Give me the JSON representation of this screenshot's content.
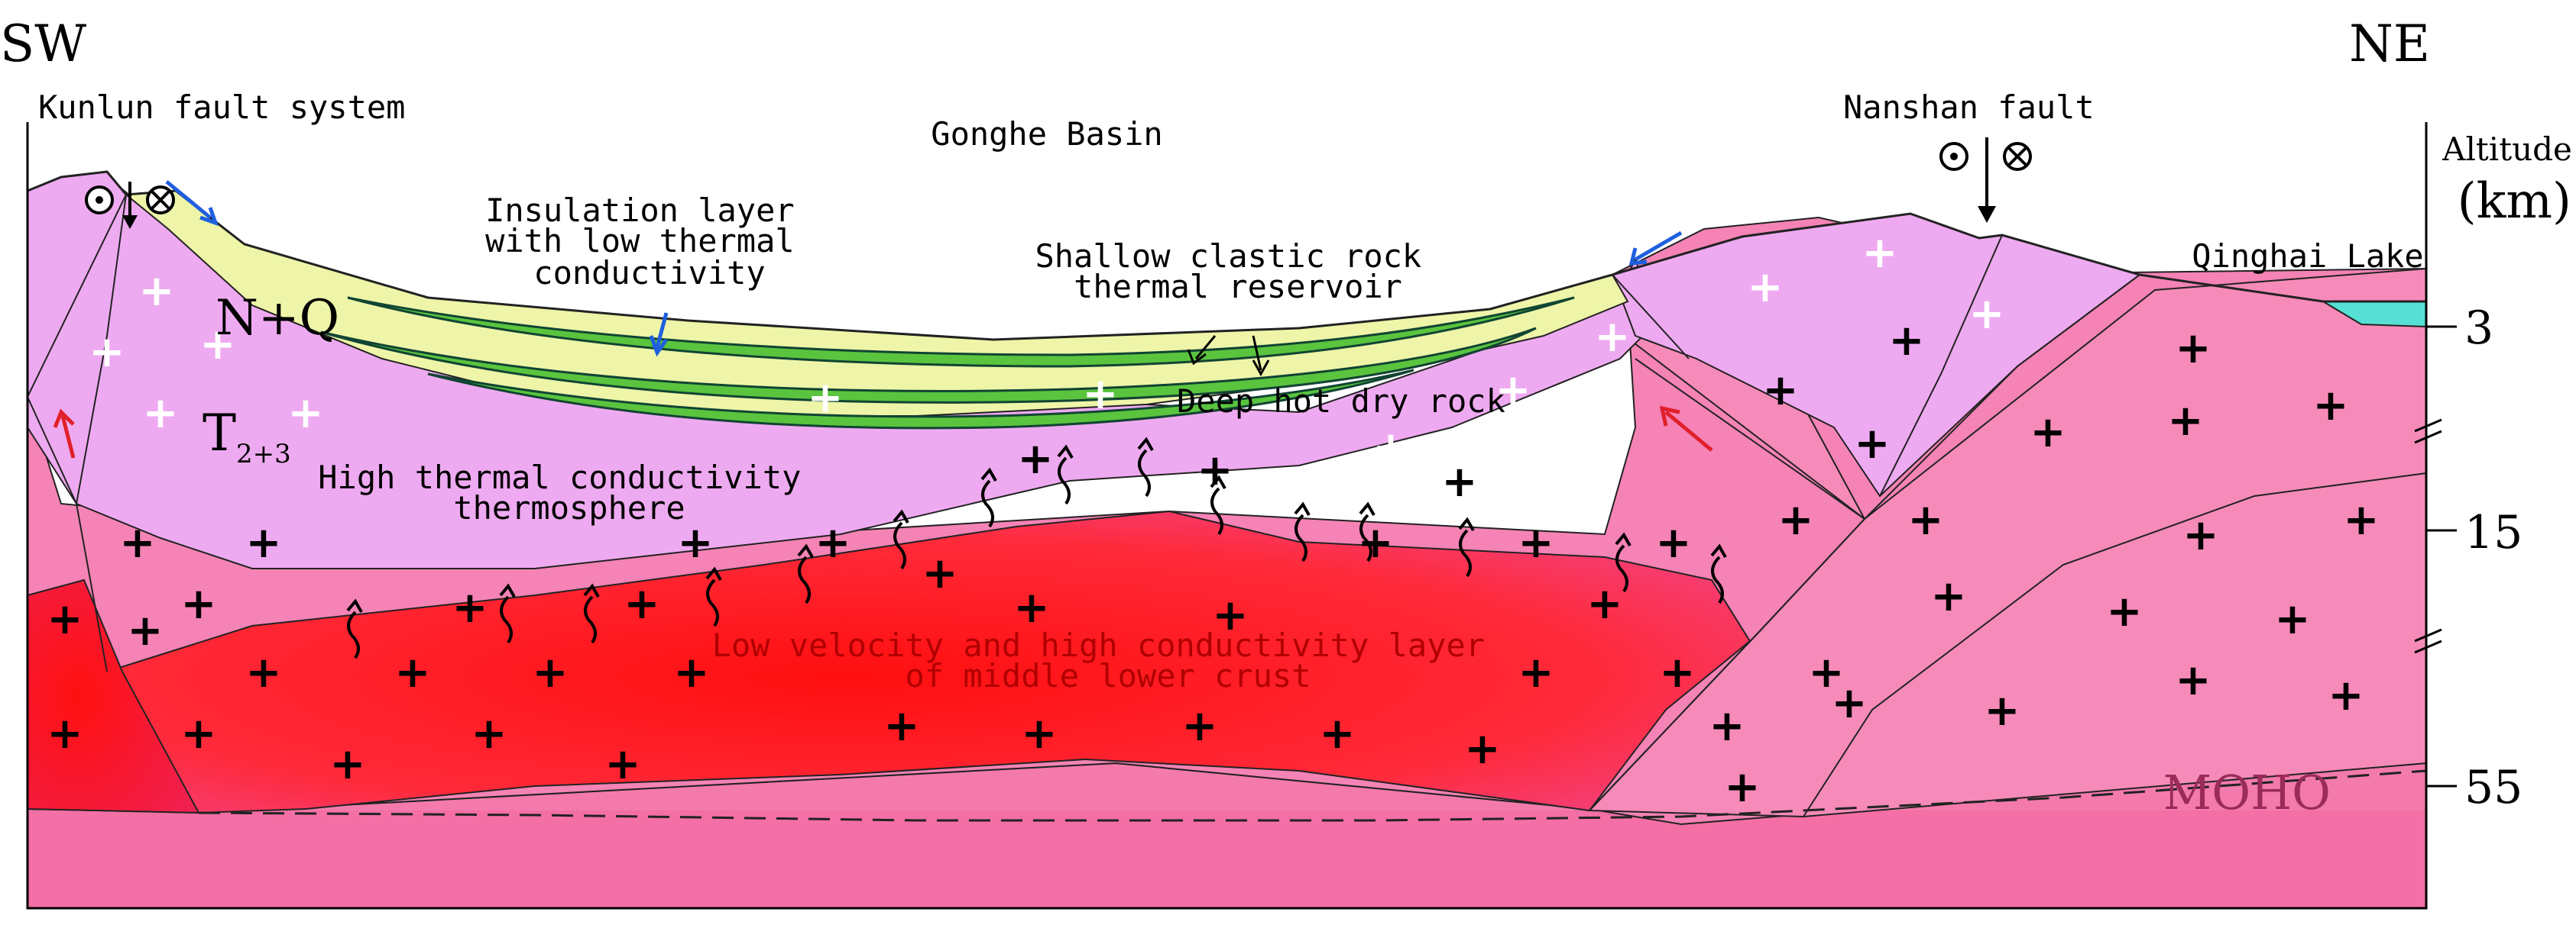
{
  "directions": {
    "left": "SW",
    "right": "NE"
  },
  "faults": {
    "kunlun": "Kunlun fault system",
    "nanshan": "Nanshan fault"
  },
  "places": {
    "basin": "Gonghe Basin",
    "lake": "Qinghai Lake"
  },
  "layers": {
    "insulation": [
      "Insulation layer",
      "with low thermal",
      "conductivity"
    ],
    "nq": "N+Q",
    "shallow_reservoir": [
      "Shallow clastic rock",
      "thermal reservoir"
    ],
    "deep_hdr": "Deep hot dry rock",
    "trias_main": "T",
    "trias_sub": "2+3",
    "thermosphere": [
      "High thermal conductivity",
      "thermosphere"
    ],
    "low_velocity": [
      "Low velocity and high conductivity layer",
      "of middle lower crust"
    ],
    "moho": "MOHO"
  },
  "axis": {
    "title_line1": "Altitude",
    "title_line2": "(km)",
    "ticks": [
      "3",
      "15",
      "55"
    ]
  },
  "symbols": {
    "out_of_page": "out-of-page-dot-icon",
    "into_page": "into-page-cross-icon",
    "granite": "granite-plus-icon",
    "heat_flow": "heat-flow-arrow-icon"
  },
  "colors": {
    "thermosphere_purple": "#eeaaf0",
    "crust_pink": "#f583b5",
    "lower_crust_pink": "#f46fa5",
    "low_velocity_red": "#ff1a1a",
    "sediment_yellow": "#eef5a8",
    "reservoir_green": "#5ac43e",
    "lake_cyan": "#56e0d4"
  }
}
